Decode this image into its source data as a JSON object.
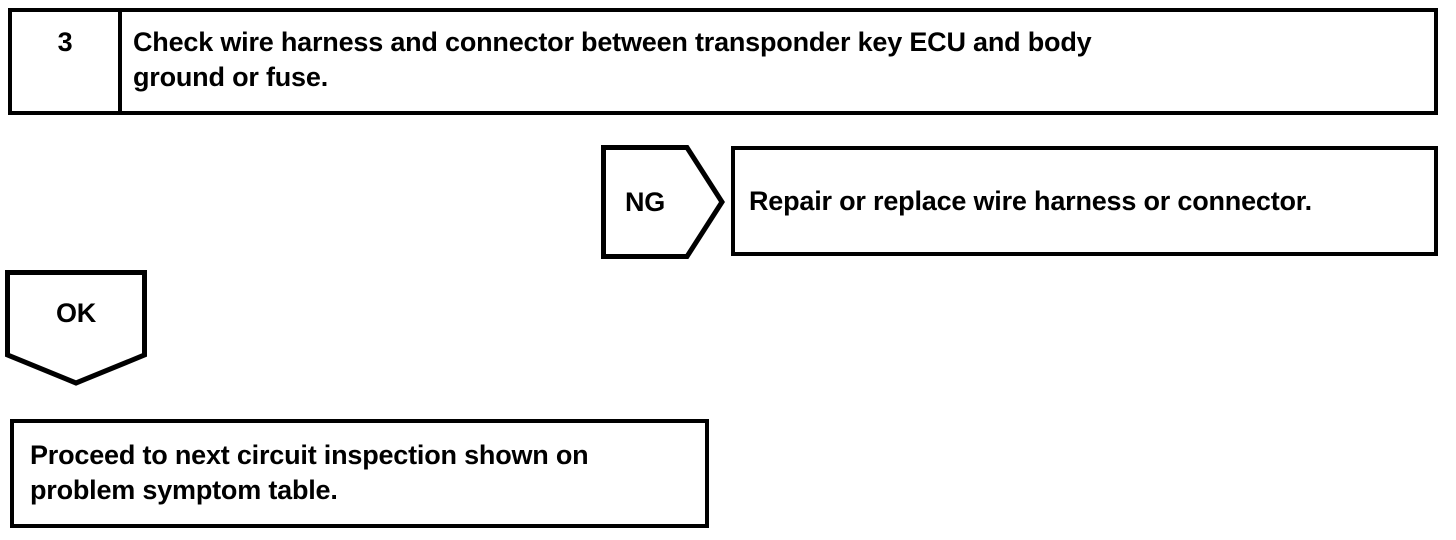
{
  "flowchart": {
    "step": {
      "number": "3",
      "instruction_lines": [
        "Check wire harness and connector between transponder key ECU and body",
        "ground or fuse."
      ]
    },
    "ng_branch": {
      "label": "NG",
      "action": "Repair or replace wire harness or connector."
    },
    "ok_branch": {
      "label": "OK",
      "action_lines": [
        "Proceed to next circuit inspection shown on",
        "problem symptom table."
      ]
    }
  },
  "colors": {
    "line": "#000000",
    "text": "#000000",
    "background": "#ffffff"
  }
}
